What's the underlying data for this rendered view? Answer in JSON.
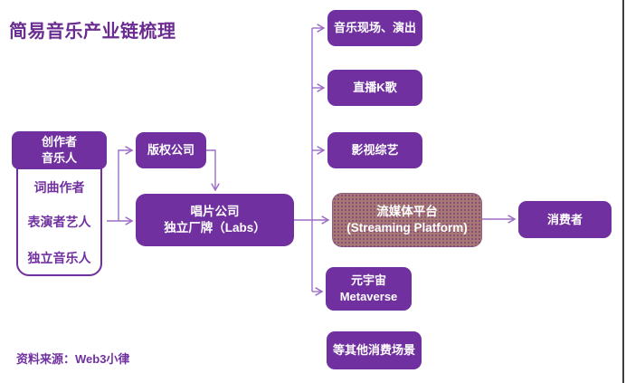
{
  "title": "简易音乐产业链梳理",
  "source_note": "资料来源：Web3小律",
  "colors": {
    "brand_purple": "#7030A0",
    "title_purple": "#6A2C91",
    "connector_purple": "#9D6EC7",
    "streaming_box_base": "#A87A6D",
    "streaming_box_dots": "#7030A0",
    "box_text": "#FFFFFF",
    "right_edge_line": "#3D3D3D",
    "background": "#FFFFFF"
  },
  "creators_panel": {
    "header": {
      "line1": "创作者",
      "line2": "音乐人"
    },
    "items": [
      {
        "label": "词曲作者"
      },
      {
        "label": "表演者艺人"
      },
      {
        "label": "独立音乐人"
      }
    ]
  },
  "nodes": {
    "copyright": {
      "label": "版权公司"
    },
    "record": {
      "line1": "唱片公司",
      "line2": "独立厂牌（Labs）"
    },
    "live": {
      "label": "音乐现场、演出"
    },
    "karaoke": {
      "label": "直播K歌"
    },
    "variety": {
      "label": "影视综艺"
    },
    "streaming": {
      "line1": "流媒体平台",
      "line2": "(Streaming Platform)"
    },
    "metaverse": {
      "line1": "元宇宙",
      "line2": "Metaverse"
    },
    "other": {
      "label": "等其他消费场景"
    },
    "consumer": {
      "label": "消费者"
    }
  }
}
